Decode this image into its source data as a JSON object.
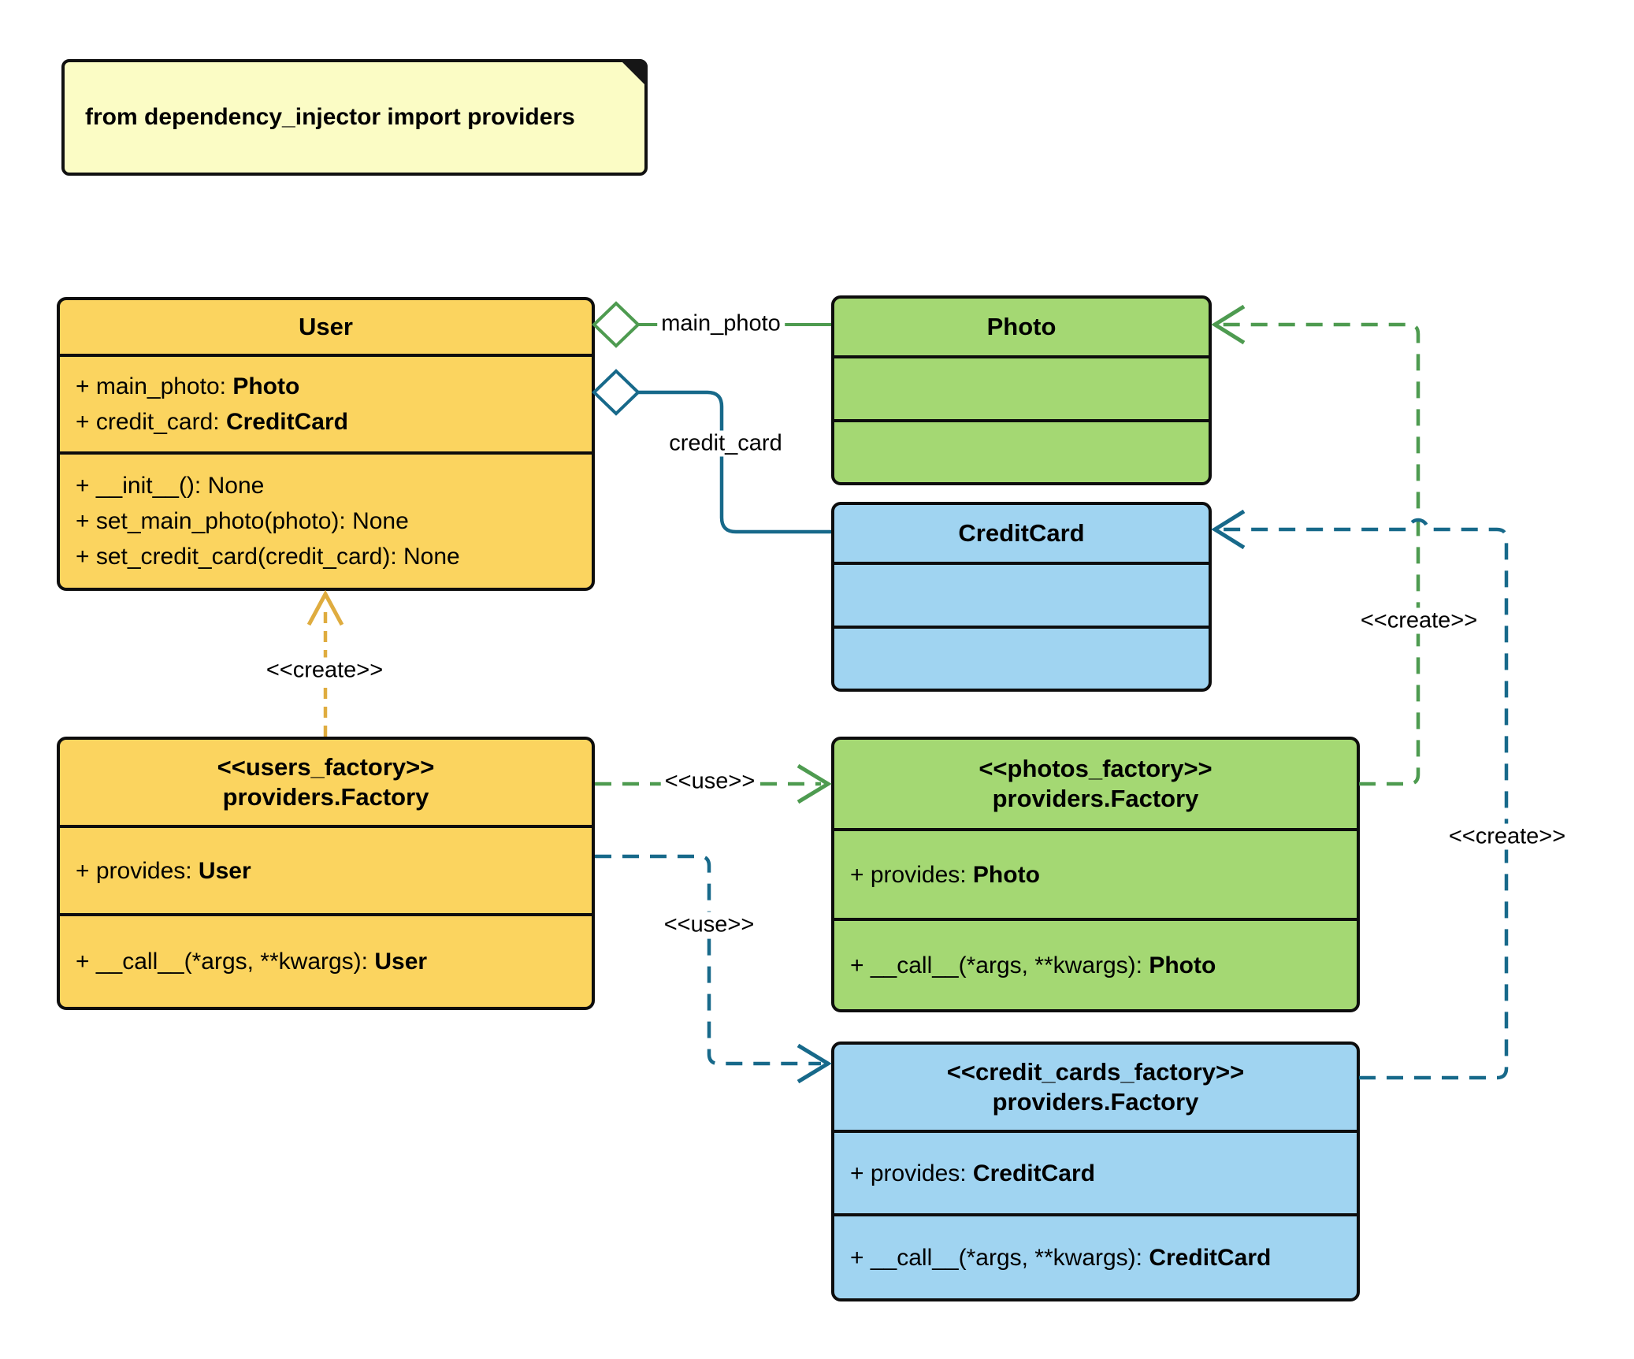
{
  "note": {
    "text": "from dependency_injector import providers"
  },
  "classes": [
    {
      "id": "user",
      "stereotype": "",
      "name": "User",
      "attributes": [
        {
          "text": "+ main_photo: ",
          "type": "Photo"
        },
        {
          "text": "+ credit_card: ",
          "type": "CreditCard"
        }
      ],
      "methods": [
        {
          "text": "+ __init__(): None",
          "type": ""
        },
        {
          "text": "+ set_main_photo(photo): None",
          "type": ""
        },
        {
          "text": "+ set_credit_card(credit_card): None",
          "type": ""
        }
      ]
    },
    {
      "id": "photo",
      "stereotype": "",
      "name": "Photo",
      "attributes": [],
      "methods": []
    },
    {
      "id": "credit-card",
      "stereotype": "",
      "name": "CreditCard",
      "attributes": [],
      "methods": []
    },
    {
      "id": "users-factory",
      "stereotype": "<<users_factory>>",
      "name": "providers.Factory",
      "attributes": [
        {
          "text": "+ provides: ",
          "type": "User"
        }
      ],
      "methods": [
        {
          "text": "+ __call__(*args, **kwargs): ",
          "type": "User"
        }
      ]
    },
    {
      "id": "photos-factory",
      "stereotype": "<<photos_factory>>",
      "name": "providers.Factory",
      "attributes": [
        {
          "text": "+ provides: ",
          "type": "Photo"
        }
      ],
      "methods": [
        {
          "text": "+ __call__(*args, **kwargs): ",
          "type": "Photo"
        }
      ]
    },
    {
      "id": "credit-cards-factory",
      "stereotype": "<<credit_cards_factory>>",
      "name": "providers.Factory",
      "attributes": [
        {
          "text": "+ provides: ",
          "type": "CreditCard"
        }
      ],
      "methods": [
        {
          "text": "+ __call__(*args, **kwargs): ",
          "type": "CreditCard"
        }
      ]
    }
  ],
  "labels": {
    "main_photo": "main_photo",
    "credit_card": "credit_card",
    "create_user": "<<create>>",
    "use_photos": "<<use>>",
    "use_credit_cards": "<<use>>",
    "create_photo": "<<create>>",
    "create_credit_card": "<<create>>"
  },
  "colors": {
    "class_yellow": "#FBD45F",
    "class_green": "#A4D873",
    "class_blue": "#A0D4F1",
    "note_yellow": "#FBFCC5",
    "line_green": "#4E9B50",
    "line_teal": "#17698A",
    "line_gold": "#DFAC3F",
    "border_black": "#0d0d0d"
  }
}
